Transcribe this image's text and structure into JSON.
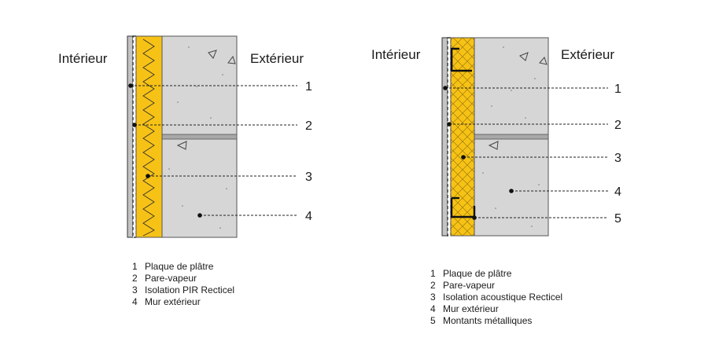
{
  "left": {
    "label_interior": "Intérieur",
    "label_exterior": "Extérieur",
    "callouts": [
      "1",
      "2",
      "3",
      "4"
    ],
    "legend": [
      {
        "num": "1",
        "text": "Plaque de plâtre"
      },
      {
        "num": "2",
        "text": "Pare-vapeur"
      },
      {
        "num": "3",
        "text": "Isolation PIR Recticel"
      },
      {
        "num": "4",
        "text": "Mur extérieur"
      }
    ]
  },
  "right": {
    "label_interior": "Intérieur",
    "label_exterior": "Extérieur",
    "callouts": [
      "1",
      "2",
      "3",
      "4",
      "5"
    ],
    "legend": [
      {
        "num": "1",
        "text": "Plaque de plâtre"
      },
      {
        "num": "2",
        "text": "Pare-vapeur"
      },
      {
        "num": "3",
        "text": "Isolation acoustique Recticel"
      },
      {
        "num": "4",
        "text": "Mur extérieur"
      },
      {
        "num": "5",
        "text": "Montants métalliques"
      }
    ]
  },
  "colors": {
    "insulation": "#f7c216",
    "concrete": "#d6d6d6",
    "plaster": "#c4c4c4",
    "line": "#222222"
  }
}
